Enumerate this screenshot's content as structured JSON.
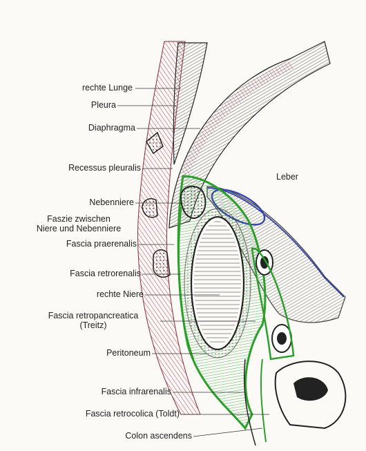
{
  "labels": {
    "rechte_lunge": "rechte Lunge",
    "pleura": "Pleura",
    "diaphragma": "Diaphragma",
    "recessus_pleuralis": "Recessus pleuralis",
    "nebenniere": "Nebenniere",
    "faszie_line1": "Faszie zwischen",
    "faszie_line2": "Niere und Nebenniere",
    "fascia_praerenalis": "Fascia praerenalis",
    "fascia_retrorenalis": "Fascia retrorenalis",
    "rechte_niere": "rechte Niere",
    "fascia_retropancreatica_line1": "Fascia retropancreatica",
    "fascia_retropancreatica_line2": "(Treitz)",
    "peritoneum": "Peritoneum",
    "fascia_infrarenalis": "Fascia infrarenalis",
    "fascia_retrocolica": "Fascia retrocolica (Toldt)",
    "colon_ascendens": "Colon ascendens",
    "leber": "Leber"
  },
  "colors": {
    "background": "#fbfaf7",
    "outline": "#2a2a2a",
    "muscle_red": "#c43a55",
    "fascia_green": "#2aa02a",
    "blue_fascia": "#3b4aa8",
    "label_text": "#222222"
  }
}
